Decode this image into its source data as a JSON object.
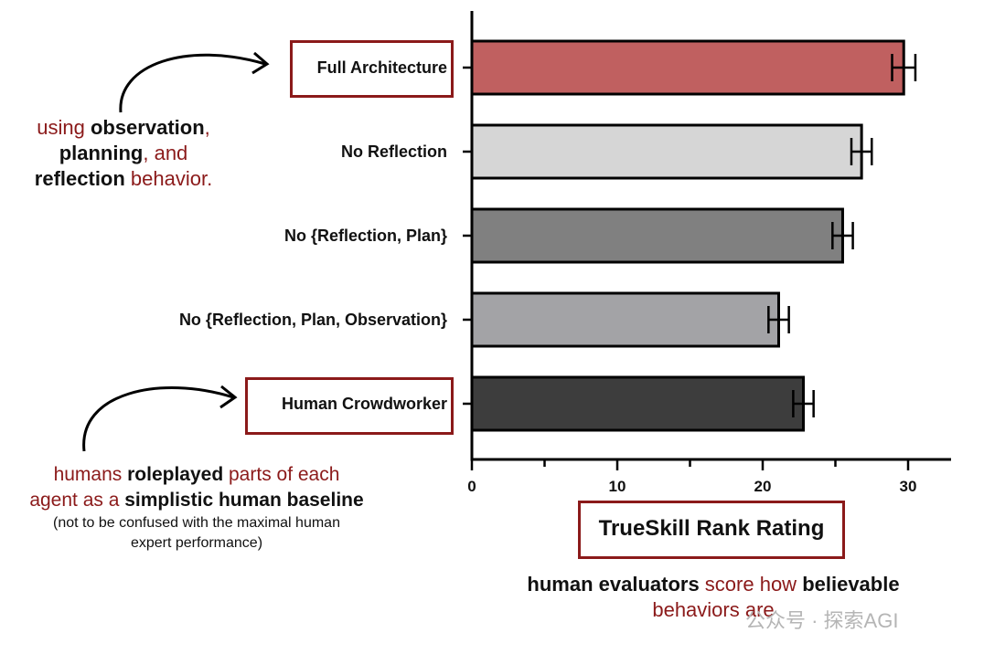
{
  "chart_data": {
    "type": "bar",
    "orientation": "horizontal",
    "categories": [
      "Full Architecture",
      "No Reflection",
      "No {Reflection, Plan}",
      "No {Reflection, Plan, Observation}",
      "Human Crowdworker"
    ],
    "values": [
      29.7,
      26.8,
      25.5,
      21.1,
      22.8
    ],
    "error": [
      0.8,
      0.7,
      0.7,
      0.7,
      0.7
    ],
    "colors": [
      "#c06060",
      "#d6d6d6",
      "#808080",
      "#a3a3a6",
      "#3d3d3d"
    ],
    "xlabel": "TrueSkill Rank Rating",
    "xlim": [
      0,
      33
    ],
    "xticks": [
      0,
      10,
      20,
      30
    ],
    "grid": false
  },
  "annotations": {
    "top_note": {
      "line1_pre": "using ",
      "line1_bold": "observation",
      "line1_post": ",",
      "line2_bold": "planning",
      "line2_post": ", and",
      "line3_bold": "reflection",
      "line3_post": " behavior."
    },
    "bottom_note": {
      "line1_bold": "humans ",
      "line1_bold2": "roleplayed",
      "line1_post": " parts of each",
      "line2_pre": "agent as a ",
      "line2_bold": "simplistic human baseline",
      "line3": "(not to be confused with the maximal human",
      "line4": "expert performance)"
    },
    "caption": {
      "bold1": "human evaluators",
      "mid": " score how ",
      "bold2": "believable",
      "line2": "behaviors are"
    },
    "watermark": "公众号 · 探索AGI"
  },
  "colors": {
    "accent_red": "#8b1a1a"
  }
}
